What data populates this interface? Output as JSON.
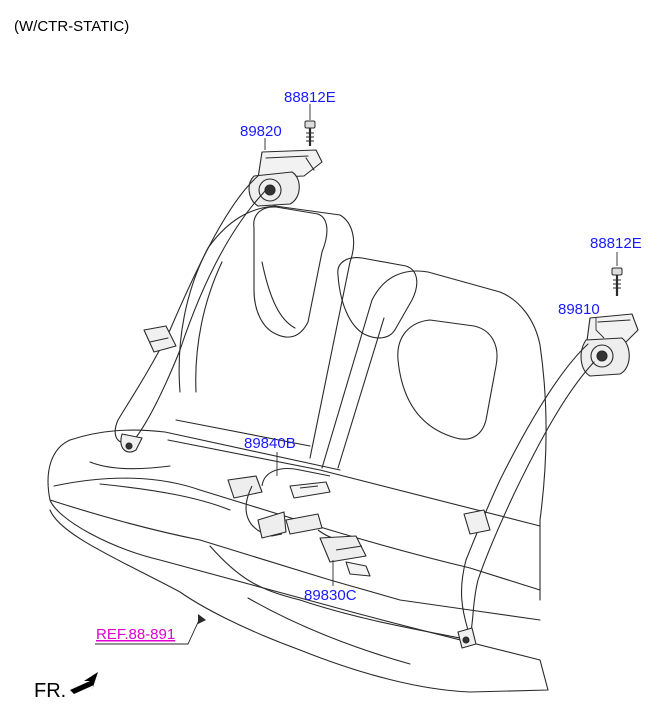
{
  "header": {
    "variant": "(W/CTR-STATIC)"
  },
  "callouts": {
    "bolt_left": "88812E",
    "retractor_left": "89820",
    "bolt_right": "88812E",
    "retractor_right": "89810",
    "buckle_left": "89840B",
    "buckle_center": "89830C",
    "reference": "REF.88-891"
  },
  "orientation": {
    "front_label": "FR."
  },
  "colors": {
    "part_number": "#1a1aff",
    "reference": "#e000d0",
    "line": "#2a2a2a",
    "background": "#ffffff"
  }
}
